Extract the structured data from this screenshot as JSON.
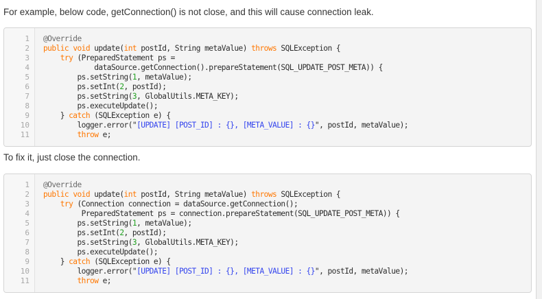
{
  "article": {
    "intro_text": "For example, below code, getConnection() is not close, and this will cause connection leak.",
    "fix_text": "To fix it, just close the connection."
  },
  "colors": {
    "keyword": "#ff7700",
    "annotation": "#6a6a6a",
    "number": "#22a022",
    "string": "#3344ee",
    "plain": "#2b2b2b",
    "code_background": "#f4f4f4",
    "gutter_background": "#f7f7f7",
    "line_number": "#a8a8a8"
  },
  "code_blocks": [
    {
      "language": "java",
      "line_numbers": [
        "1",
        "2",
        "3",
        "4",
        "5",
        "6",
        "7",
        "8",
        "9",
        "10",
        "11"
      ],
      "lines": [
        [
          {
            "t": "ann",
            "v": "@Override"
          }
        ],
        [
          {
            "t": "kw",
            "v": "public"
          },
          {
            "t": "txt",
            "v": " "
          },
          {
            "t": "kw",
            "v": "void"
          },
          {
            "t": "txt",
            "v": " update("
          },
          {
            "t": "kw",
            "v": "int"
          },
          {
            "t": "txt",
            "v": " postId, String metaValue) "
          },
          {
            "t": "kw",
            "v": "throws"
          },
          {
            "t": "txt",
            "v": " SQLException {"
          }
        ],
        [
          {
            "t": "txt",
            "v": "    "
          },
          {
            "t": "kw",
            "v": "try"
          },
          {
            "t": "txt",
            "v": " (PreparedStatement ps ="
          }
        ],
        [
          {
            "t": "txt",
            "v": "            dataSource.getConnection().prepareStatement(SQL_UPDATE_POST_META)) {"
          }
        ],
        [
          {
            "t": "txt",
            "v": "        ps.setString("
          },
          {
            "t": "num",
            "v": "1"
          },
          {
            "t": "txt",
            "v": ", metaValue);"
          }
        ],
        [
          {
            "t": "txt",
            "v": "        ps.setInt("
          },
          {
            "t": "num",
            "v": "2"
          },
          {
            "t": "txt",
            "v": ", postId);"
          }
        ],
        [
          {
            "t": "txt",
            "v": "        ps.setString("
          },
          {
            "t": "num",
            "v": "3"
          },
          {
            "t": "txt",
            "v": ", GlobalUtils.META_KEY);"
          }
        ],
        [
          {
            "t": "txt",
            "v": "        ps.executeUpdate();"
          }
        ],
        [
          {
            "t": "txt",
            "v": "    } "
          },
          {
            "t": "kw",
            "v": "catch"
          },
          {
            "t": "txt",
            "v": " (SQLException e) {"
          }
        ],
        [
          {
            "t": "txt",
            "v": "        logger.error(\""
          },
          {
            "t": "str",
            "v": "[UPDATE] [POST_ID] : {}, [META_VALUE] : {}"
          },
          {
            "t": "txt",
            "v": "\", postId, metaValue);"
          }
        ],
        [
          {
            "t": "txt",
            "v": "        "
          },
          {
            "t": "kw",
            "v": "throw"
          },
          {
            "t": "txt",
            "v": " e;"
          }
        ]
      ]
    },
    {
      "language": "java",
      "line_numbers": [
        "1",
        "2",
        "3",
        "4",
        "5",
        "6",
        "7",
        "8",
        "9",
        "10",
        "11"
      ],
      "lines": [
        [
          {
            "t": "ann",
            "v": "@Override"
          }
        ],
        [
          {
            "t": "kw",
            "v": "public"
          },
          {
            "t": "txt",
            "v": " "
          },
          {
            "t": "kw",
            "v": "void"
          },
          {
            "t": "txt",
            "v": " update("
          },
          {
            "t": "kw",
            "v": "int"
          },
          {
            "t": "txt",
            "v": " postId, String metaValue) "
          },
          {
            "t": "kw",
            "v": "throws"
          },
          {
            "t": "txt",
            "v": " SQLException {"
          }
        ],
        [
          {
            "t": "txt",
            "v": "    "
          },
          {
            "t": "kw",
            "v": "try"
          },
          {
            "t": "txt",
            "v": " (Connection connection = dataSource.getConnection();"
          }
        ],
        [
          {
            "t": "txt",
            "v": "         PreparedStatement ps = connection.prepareStatement(SQL_UPDATE_POST_META)) {"
          }
        ],
        [
          {
            "t": "txt",
            "v": "        ps.setString("
          },
          {
            "t": "num",
            "v": "1"
          },
          {
            "t": "txt",
            "v": ", metaValue);"
          }
        ],
        [
          {
            "t": "txt",
            "v": "        ps.setInt("
          },
          {
            "t": "num",
            "v": "2"
          },
          {
            "t": "txt",
            "v": ", postId);"
          }
        ],
        [
          {
            "t": "txt",
            "v": "        ps.setString("
          },
          {
            "t": "num",
            "v": "3"
          },
          {
            "t": "txt",
            "v": ", GlobalUtils.META_KEY);"
          }
        ],
        [
          {
            "t": "txt",
            "v": "        ps.executeUpdate();"
          }
        ],
        [
          {
            "t": "txt",
            "v": "    } "
          },
          {
            "t": "kw",
            "v": "catch"
          },
          {
            "t": "txt",
            "v": " (SQLException e) {"
          }
        ],
        [
          {
            "t": "txt",
            "v": "        logger.error(\""
          },
          {
            "t": "str",
            "v": "[UPDATE] [POST_ID] : {}, [META_VALUE] : {}"
          },
          {
            "t": "txt",
            "v": "\", postId, metaValue);"
          }
        ],
        [
          {
            "t": "txt",
            "v": "        "
          },
          {
            "t": "kw",
            "v": "throw"
          },
          {
            "t": "txt",
            "v": " e;"
          }
        ]
      ]
    }
  ]
}
